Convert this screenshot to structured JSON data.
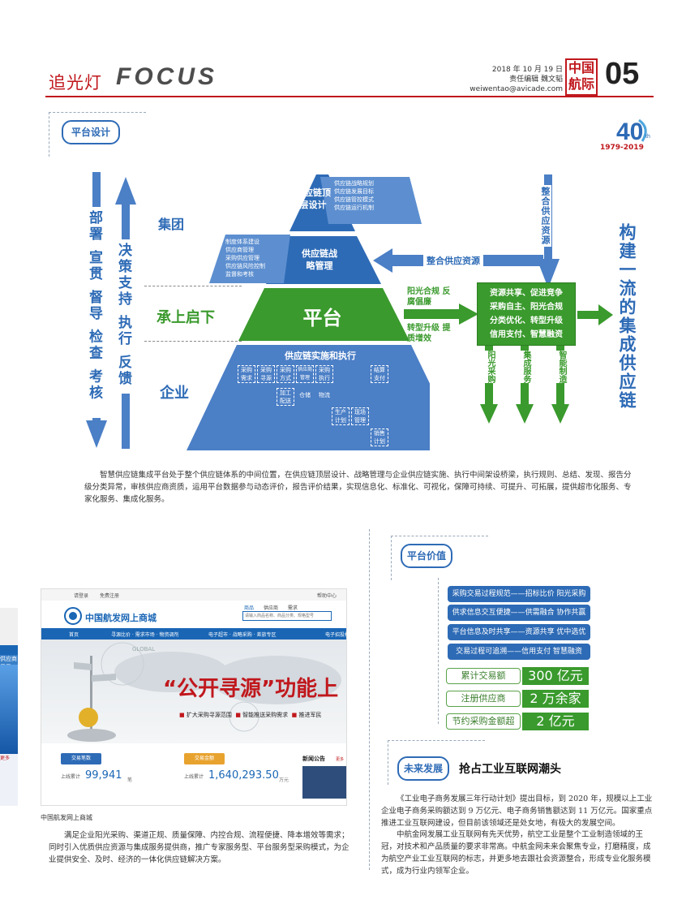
{
  "header": {
    "rubric": "追光灯",
    "focus": "FOCUS",
    "date": "2018 年 10 月 19 日",
    "editor": "责任编辑 魏文韬",
    "email": "weiwentao@avicade.com",
    "masthead_line1": "中国",
    "masthead_line2": "航际",
    "page_number": "05"
  },
  "logo": {
    "years": "1979-2019",
    "th": "th",
    "number": "40"
  },
  "sections": {
    "platform_design": "平台设计",
    "platform_value": "平台价值",
    "future": "未来发展",
    "future_title": "抢占工业互联网潮头"
  },
  "diagram": {
    "left_down": "部署 宣贯 督导 检查 考核",
    "left_up": "决策支持 执行 反馈",
    "level_group": "集团",
    "level_middle": "承上启下",
    "level_enterprise": "企业",
    "top_block": "供应链顶层设计",
    "top_notes": [
      "供应链战略规划",
      "供应链发展目标",
      "供应链管控模式",
      "供应链运行机制"
    ],
    "strategy_block": "供应链战略管理",
    "strategy_notes": [
      "制度体系建设",
      "供应商管理",
      "采购供应管理",
      "供应链风险控制",
      "监督和考核"
    ],
    "platform": "平台",
    "execution_title": "供应链实施和执行",
    "execution_items": [
      "采购需求",
      "采购寻源",
      "采购方式",
      "供应商管理",
      "采购执行",
      "结算支付",
      "加工配送",
      "仓储",
      "物流",
      "生产计划",
      "现场管理",
      "销售计划"
    ],
    "integrate": "整合供应资源",
    "integrate_vertical": "整合供应资源",
    "arrow_top_label": "阳光合规 反腐倡廉",
    "arrow_bottom_label": "转型升级 提质增效",
    "benefits": [
      "资源共享、促进竞争",
      "采购自主、阳光合规",
      "分类优化、转型升级",
      "信用支付、智慧融资"
    ],
    "down_arrows": [
      "阳光采购",
      "集成服务",
      "智能制造"
    ],
    "goal": "构建一流的集成供应链"
  },
  "caption_top": "智慧供应链集成平台处于整个供应链体系的中间位置，在供应链顶层设计、战略管理与企业供应链实施、执行中间架设桥梁，执行规则、总结、发现、报告分级分类异常，审核供应商资质，运用平台数据参与动态评价，报告评价结果，实现信息化、标准化、可视化，保障可持续、可提升、可拓展，提供超市化服务、专家化服务、集成化服务。",
  "website": {
    "top_links": [
      "请登录",
      "免费注册",
      "帮助中心"
    ],
    "logo_text": "中国航发网上商城",
    "search_tabs": [
      "商品",
      "供应商",
      "需求"
    ],
    "search_placeholder": "请输入商品名称、商品分类、规格型号",
    "nav": [
      "首页",
      "寻源比价 · 需求市场 · 物资调剂",
      "电子超市 · 战略采购 · 差旅专区",
      "电子招投标"
    ],
    "banner_title": "“公开寻源”功能上",
    "banner_points": [
      "扩大采购寻源范围",
      "智能推送采购需求",
      "推进军民"
    ],
    "globe_label": "GLOBAL",
    "stat1_title": "交易笔数",
    "stat1_label": "上线累计",
    "stat1_value": "99,941",
    "stat1_unit": "笔",
    "stat2_title": "交易金额",
    "stat2_label": "上线累计",
    "stat2_value": "1,640,293.50",
    "stat2_unit": "万元",
    "news_title": "新闻公告",
    "news_more": "更多",
    "partial_label1": "供应商目录",
    "partial_label2": "更多"
  },
  "website_caption": "中国航发网上商城",
  "caption_bottom": "满足企业阳光采购、渠道正规、质量保障、内控合规、流程便捷、降本增效等需求；同时引入优质供应资源与集成服务提供商，推广专家服务型、平台服务型采购模式，为企业提供安全、及时、经济的一体化供应链解决方案。",
  "values": [
    "采购交易过程规范——招标比价 阳光采购",
    "供求信息交互便捷——供需融合 协作共赢",
    "平台信息及时共享——资源共享 优中选优",
    "交易过程可追溯——信用支付 智慧融资"
  ],
  "stats": [
    {
      "label": "累计交易额",
      "value": "300 亿元"
    },
    {
      "label": "注册供应商",
      "value": "2 万余家"
    },
    {
      "label": "节约采购金额超",
      "value": "2 亿元"
    }
  ],
  "future_text": [
    "《工业电子商务发展三年行动计划》提出目标，到 2020 年，规模以上工业企业电子商务采购额达到 9 万亿元、电子商务销售额达到 11 万亿元。国家重点推进工业互联网建设，但目前该领域还是处女地，有极大的发展空间。",
    "中航金网发展工业互联网有先天优势，航空工业是整个工业制造领域的王冠，对技术和产品质量的要求非常高。中航金网未来会聚焦专业，打磨精度，成为航空产业工业互联网的标志，并更多地去跟社会资源整合，形成专业化服务模式，成为行业内领军企业。"
  ],
  "colors": {
    "blue": "#2e6bb6",
    "green": "#3a9a2d",
    "red": "#c0181d"
  }
}
